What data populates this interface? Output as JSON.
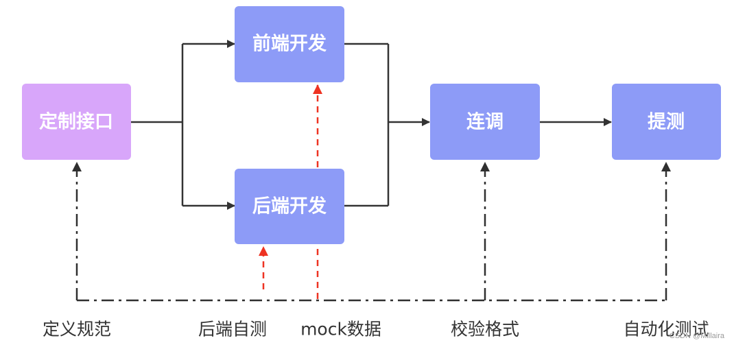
{
  "colors": {
    "define_box": "#d8a6fa",
    "process_box": "#8d9bf7",
    "flow_line": "#333333",
    "dashdot_line": "#2f2f2f",
    "red_dash": "#ee3322"
  },
  "nodes": {
    "define": "定制接口",
    "frontend": "前端开发",
    "backend": "后端开发",
    "integrate": "连调",
    "test": "提测"
  },
  "captions": {
    "define": "定义规范",
    "backend": "后端自测",
    "mock": "mock数据",
    "integrate": "校验格式",
    "test": "自动化测试"
  },
  "watermark": "CSDN @Millaira"
}
